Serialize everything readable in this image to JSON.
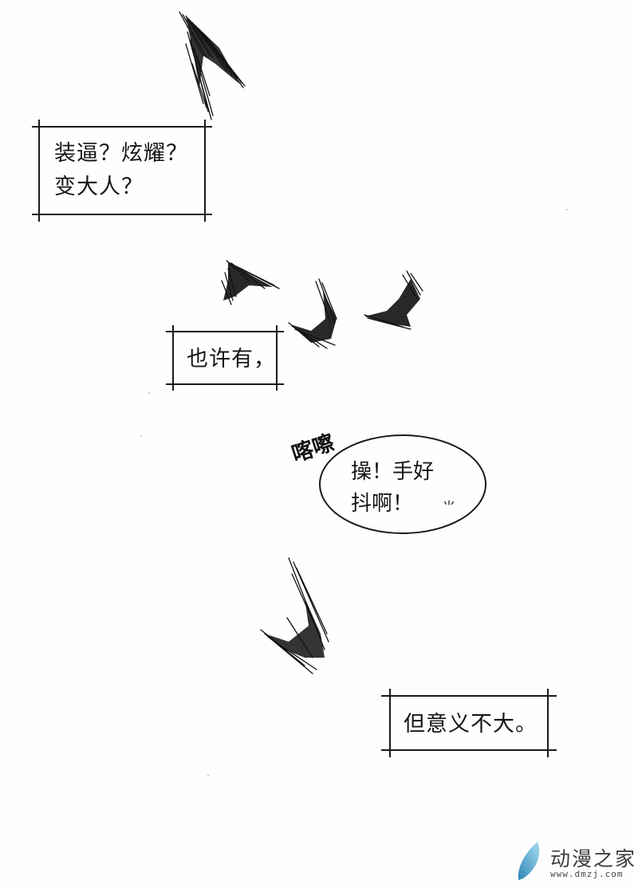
{
  "page": {
    "type": "manga-page",
    "background": "#ffffff",
    "ink_color": "#1a1a1a"
  },
  "captions": [
    {
      "id": "caption-1",
      "lines": [
        "装逼？炫耀？",
        "变大人？"
      ]
    },
    {
      "id": "caption-2",
      "lines": [
        "也许有，"
      ]
    },
    {
      "id": "caption-3",
      "lines": [
        "但意义不大。"
      ]
    }
  ],
  "sound_effect": {
    "text": "喀嚓"
  },
  "speech_bubble": {
    "lines": [
      "操！手好",
      "抖啊！"
    ],
    "sweat_mark": "⺌"
  },
  "birds": [
    {
      "name": "bird-top",
      "count": 1
    },
    {
      "name": "bird-flock-middle",
      "count": 3
    },
    {
      "name": "bird-lower",
      "count": 1
    }
  ],
  "watermark": {
    "title": "动漫之家",
    "url": "www.dmzj.com",
    "logo_color_start": "#7ec6e6",
    "logo_color_end": "#2f86b8"
  }
}
